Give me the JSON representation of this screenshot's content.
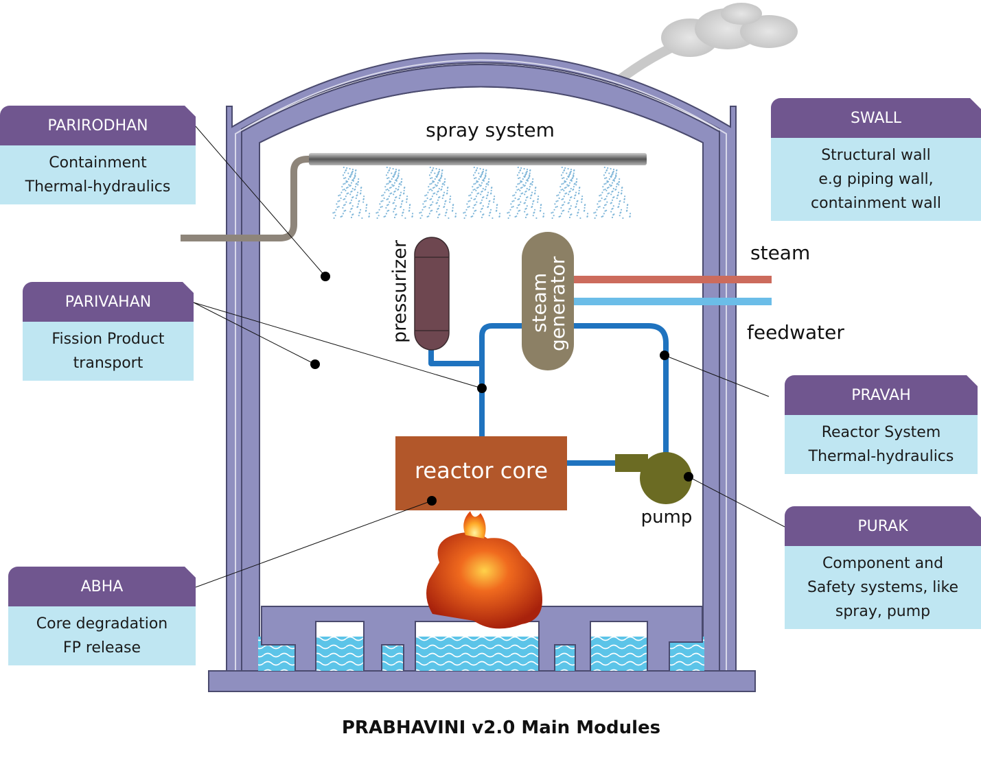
{
  "caption": "PRABHAVINI v2.0 Main Modules",
  "labels": {
    "spray_system": "spray system",
    "pressurizer": "pressurizer",
    "steam_generator_line1": "steam",
    "steam_generator_line2": "generator",
    "steam": "steam",
    "feedwater": "feedwater",
    "reactor_core": "reactor core",
    "pump": "pump"
  },
  "modules": {
    "parirodhan": {
      "title": "PARIRODHAN",
      "lines": [
        "Containment",
        "Thermal-hydraulics"
      ]
    },
    "parivahan": {
      "title": "PARIVAHAN",
      "lines": [
        "Fission Product",
        "transport"
      ]
    },
    "abha": {
      "title": "ABHA",
      "lines": [
        "Core degradation",
        "FP release"
      ]
    },
    "swall": {
      "title": "SWALL",
      "lines": [
        "Structural wall",
        "e.g piping wall,",
        "containment wall"
      ]
    },
    "pravah": {
      "title": "PRAVAH",
      "lines": [
        "Reactor System",
        "Thermal-hydraulics"
      ]
    },
    "purak": {
      "title": "PURAK",
      "lines": [
        "Component and",
        "Safety systems, like",
        "spray, pump"
      ]
    }
  },
  "colors": {
    "module_header": "#70568f",
    "module_body": "#bfe6f2",
    "containment_wall": "#8f8fbf",
    "coolant_pipe": "#1f73bf",
    "steam_line": "#cc6b5c",
    "feedwater_line": "#6bbde8",
    "reactor_core": "#b2572a",
    "pressurizer": "#6e4750",
    "steam_generator": "#8c8065",
    "pump": "#6b6b23",
    "water": "#5cc4e8"
  }
}
